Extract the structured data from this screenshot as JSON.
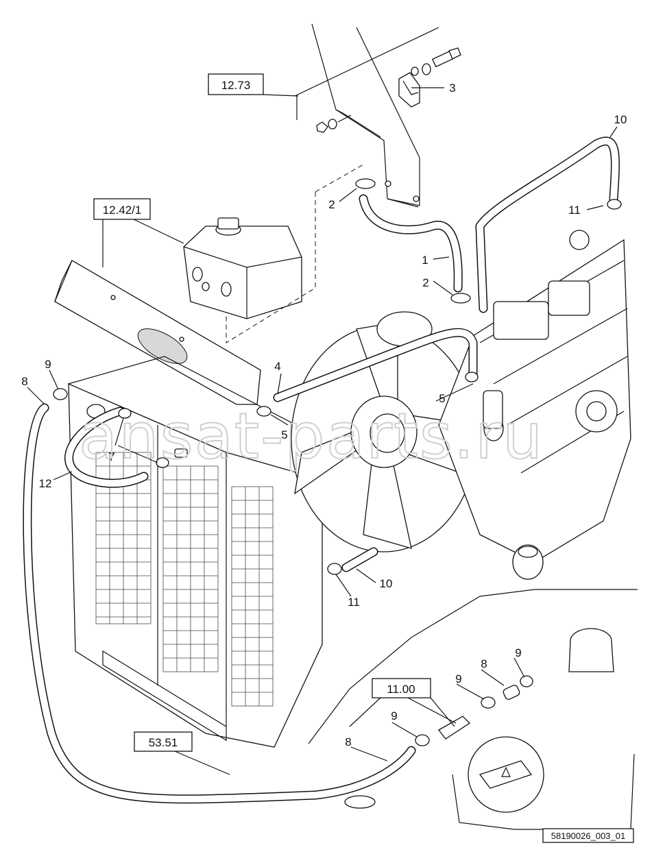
{
  "figure": {
    "watermark": "ansat-parts.ru",
    "drawing_code": "58190026_003_01",
    "reference_boxes": [
      {
        "id": "ref-12-73",
        "text": "12.73"
      },
      {
        "id": "ref-12-42-1",
        "text": "12.42/1"
      },
      {
        "id": "ref-11-00",
        "text": "11.00"
      },
      {
        "id": "ref-53-51",
        "text": "53.51"
      }
    ],
    "callouts": [
      {
        "id": "callout-1",
        "text": "1"
      },
      {
        "id": "callout-2a",
        "text": "2"
      },
      {
        "id": "callout-2b",
        "text": "2"
      },
      {
        "id": "callout-3",
        "text": "3"
      },
      {
        "id": "callout-4",
        "text": "4"
      },
      {
        "id": "callout-5a",
        "text": "5"
      },
      {
        "id": "callout-5b",
        "text": "5"
      },
      {
        "id": "callout-7",
        "text": "7"
      },
      {
        "id": "callout-8a",
        "text": "8"
      },
      {
        "id": "callout-8b",
        "text": "8"
      },
      {
        "id": "callout-8c",
        "text": "8"
      },
      {
        "id": "callout-9a",
        "text": "9"
      },
      {
        "id": "callout-9b",
        "text": "9"
      },
      {
        "id": "callout-9c",
        "text": "9"
      },
      {
        "id": "callout-9d",
        "text": "9"
      },
      {
        "id": "callout-10a",
        "text": "10"
      },
      {
        "id": "callout-10b",
        "text": "10"
      },
      {
        "id": "callout-11a",
        "text": "11"
      },
      {
        "id": "callout-11b",
        "text": "11"
      },
      {
        "id": "callout-12",
        "text": "12"
      }
    ]
  }
}
